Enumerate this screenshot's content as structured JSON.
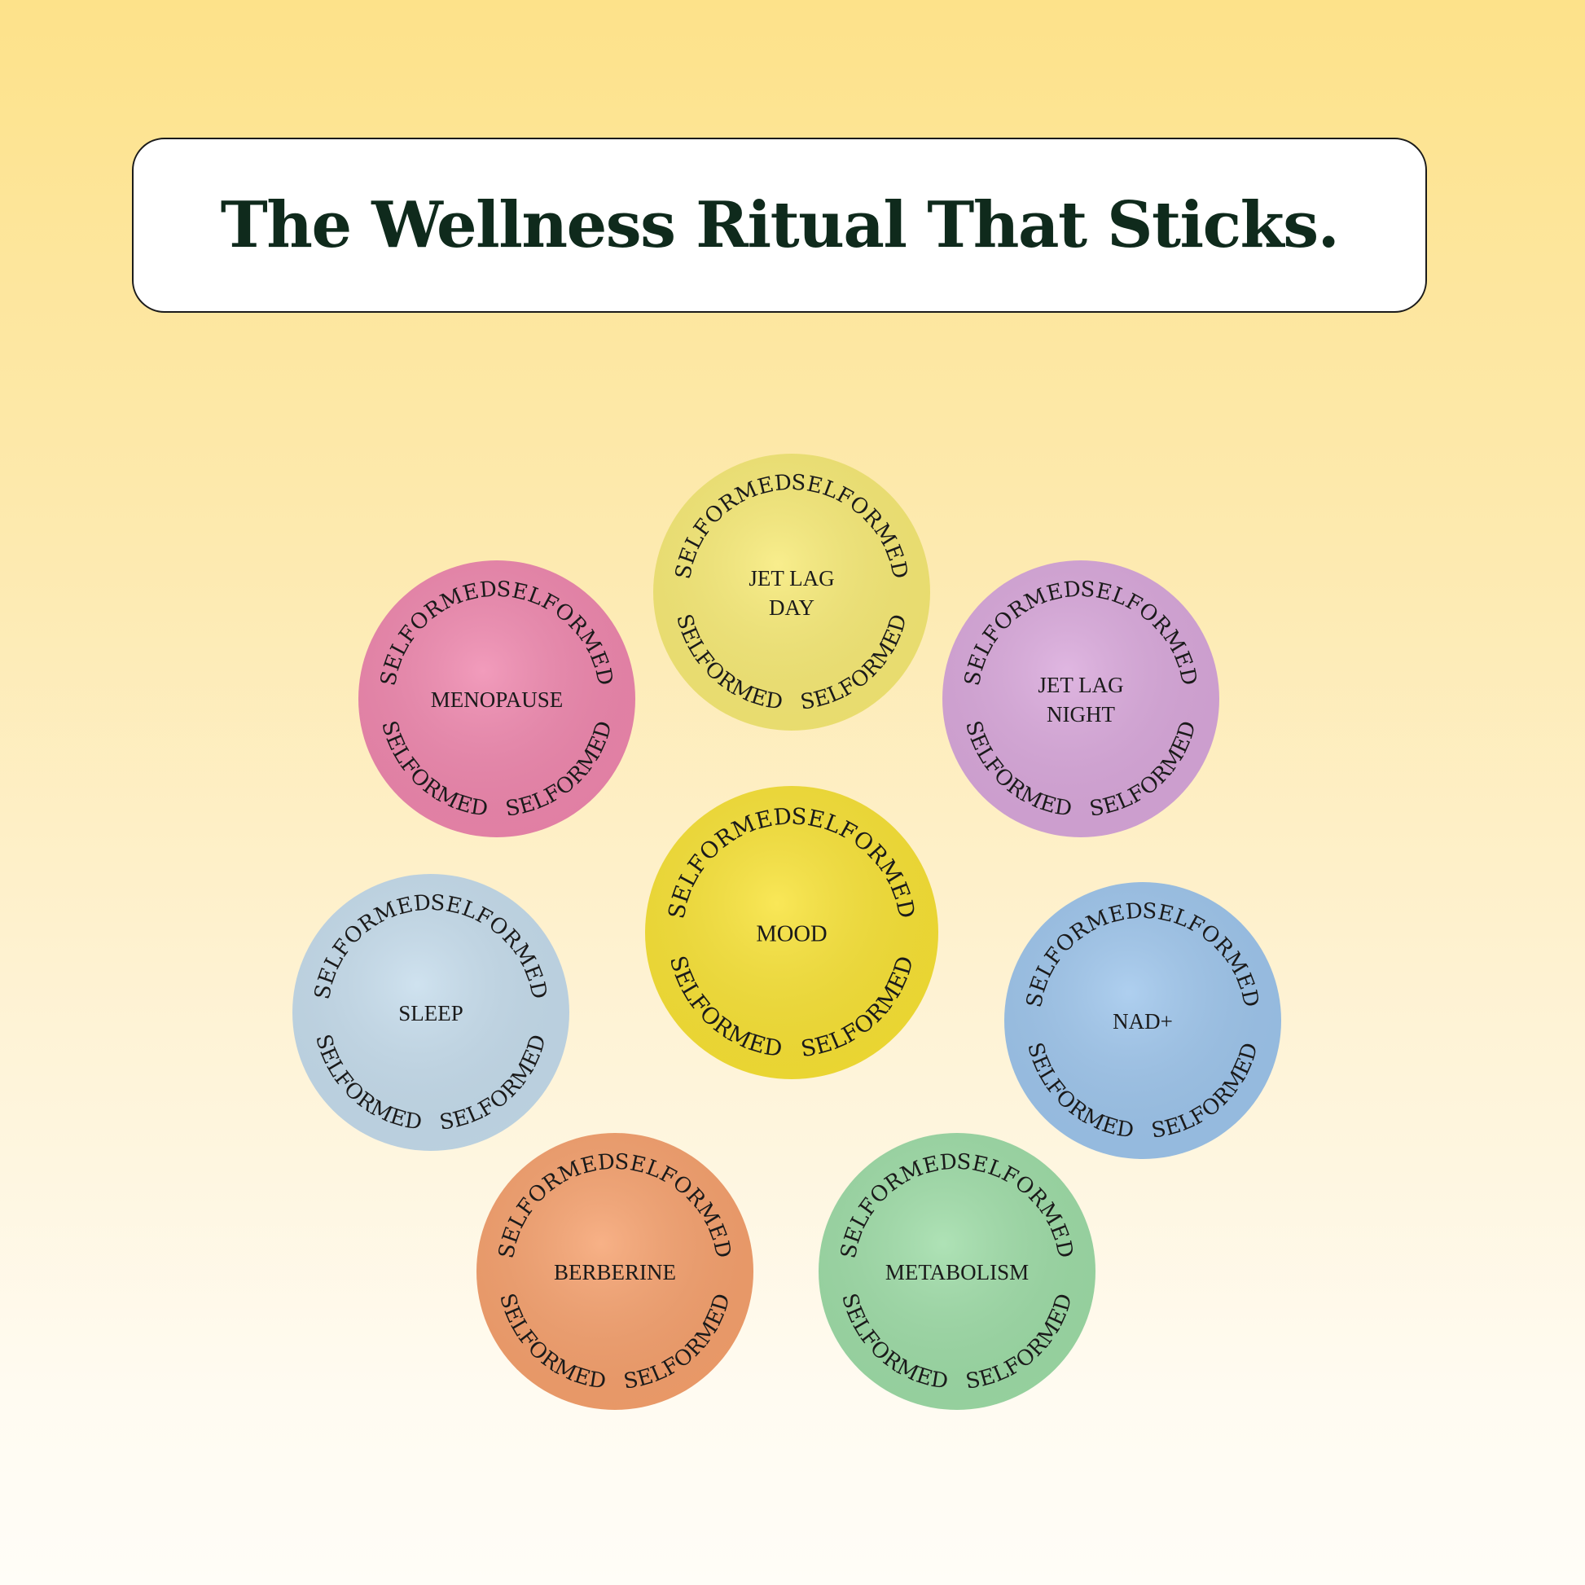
{
  "title": "The Wellness Ritual That Sticks.",
  "ring_word": "SELFORMED",
  "stickers": [
    {
      "id": "jet-lag-day",
      "lines": [
        "JET LAG",
        "DAY"
      ],
      "color": "#f7ea74"
    },
    {
      "id": "menopause",
      "lines": [
        "MENOPAUSE"
      ],
      "color": "#ef86ad"
    },
    {
      "id": "jet-lag-night",
      "lines": [
        "JET LAG",
        "NIGHT"
      ],
      "color": "#d9a7db"
    },
    {
      "id": "mood",
      "lines": [
        "MOOD"
      ],
      "color": "#f8e233"
    },
    {
      "id": "sleep",
      "lines": [
        "SLEEP"
      ],
      "color": "#c5dcec"
    },
    {
      "id": "nad-plus",
      "lines": [
        "NAD+"
      ],
      "color": "#9dc5ec"
    },
    {
      "id": "berberine",
      "lines": [
        "BERBERINE"
      ],
      "color": "#f6a06c"
    },
    {
      "id": "metabolism",
      "lines": [
        "METABOLISM"
      ],
      "color": "#9ddca6"
    }
  ]
}
